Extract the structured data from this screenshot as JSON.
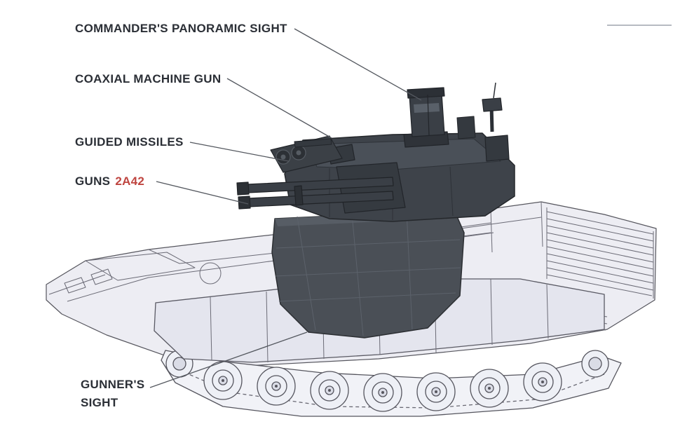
{
  "diagram": {
    "subject": "armored-vehicle-weapon-stations",
    "colors": {
      "label_text": "#2b2f36",
      "accent_red": "#bf4540",
      "leader_line": "#54585f",
      "hull_fill": "#ededf3",
      "hull_stroke": "#56565e",
      "turret_fill": "#3e434a",
      "background": "#ffffff"
    },
    "labels": {
      "commanders_panoramic_sight": "COMMANDER'S PANORAMIC SIGHT",
      "coaxial_machine_gun": "COAXIAL MACHINE GUN",
      "guided_missiles": "GUIDED MISSILES",
      "guns_label": "GUNS",
      "guns_value": "2A42",
      "gunners_sight_line1": "GUNNER'S",
      "gunners_sight_line2": "SIGHT"
    }
  }
}
